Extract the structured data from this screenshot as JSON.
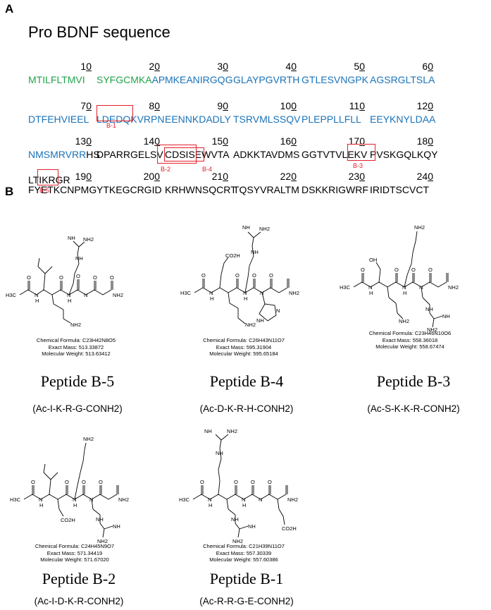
{
  "panel_a": {
    "letter": "A",
    "title": "Pro BDNF sequence",
    "blocks": [
      {
        "num": "10",
        "segs": [
          {
            "t": "MTILFLTMVI",
            "c": "green"
          }
        ]
      },
      {
        "num": "20",
        "segs": [
          {
            "t": "SYFGCMKA",
            "c": "green"
          },
          {
            "t": "AP",
            "c": "blue"
          }
        ]
      },
      {
        "num": "30",
        "segs": [
          {
            "t": "MKEANIRGQG",
            "c": "blue"
          }
        ]
      },
      {
        "num": "40",
        "segs": [
          {
            "t": "GLAYPGVRTH",
            "c": "blue"
          }
        ]
      },
      {
        "num": "50",
        "segs": [
          {
            "t": "GTLESVNGPK",
            "c": "blue"
          }
        ]
      },
      {
        "num": "60",
        "segs": [
          {
            "t": "AGSRGLTSLA",
            "c": "blue"
          }
        ]
      },
      {
        "num": "70",
        "segs": [
          {
            "t": "DTFEHVIEEL",
            "c": "blue"
          }
        ]
      },
      {
        "num": "80",
        "segs": [
          {
            "t": "LDEDQKVRPN",
            "c": "blue"
          }
        ]
      },
      {
        "num": "90",
        "segs": [
          {
            "t": "EENNKDADLY",
            "c": "blue"
          }
        ]
      },
      {
        "num": "100",
        "segs": [
          {
            "t": "TSRVMLSSQV",
            "c": "blue"
          }
        ]
      },
      {
        "num": "110",
        "segs": [
          {
            "t": "PLEPPLLFLL",
            "c": "blue"
          }
        ]
      },
      {
        "num": "120",
        "segs": [
          {
            "t": "EEYKNYLDAA",
            "c": "blue"
          }
        ]
      },
      {
        "num": "130",
        "segs": [
          {
            "t": "NMSMRVRR",
            "c": "blue"
          },
          {
            "t": "HS",
            "c": "black"
          }
        ]
      },
      {
        "num": "140",
        "segs": [
          {
            "t": "DPARRGELSV",
            "c": "black"
          }
        ]
      },
      {
        "num": "150",
        "segs": [
          {
            "t": "CDSISEWVTA",
            "c": "black"
          }
        ]
      },
      {
        "num": "160",
        "segs": [
          {
            "t": "ADKKTAVDMS",
            "c": "black"
          }
        ]
      },
      {
        "num": "170",
        "segs": [
          {
            "t": "GGTVTVLEKV",
            "c": "black"
          }
        ]
      },
      {
        "num": "180",
        "segs": [
          {
            "t": "PVSKGQLKQY",
            "c": "black"
          }
        ]
      },
      {
        "num": "190",
        "segs": [
          {
            "t": "FYETKCNPMG",
            "c": "black"
          }
        ]
      },
      {
        "num": "200",
        "segs": [
          {
            "t": "YTKEGCRGID",
            "c": "black"
          }
        ]
      },
      {
        "num": "210",
        "segs": [
          {
            "t": "KRHWNSQCRT",
            "c": "black"
          }
        ]
      },
      {
        "num": "220",
        "segs": [
          {
            "t": "TQSYVRALTM",
            "c": "black"
          }
        ]
      },
      {
        "num": "230",
        "segs": [
          {
            "t": "DSKKRIGWRF",
            "c": "black"
          }
        ]
      },
      {
        "num": "240",
        "segs": [
          {
            "t": "IRIDTSCVCT",
            "c": "black"
          }
        ]
      },
      {
        "num": "",
        "segs": [
          {
            "t": "LTIKRGR",
            "c": "black"
          }
        ]
      }
    ],
    "box_labels": {
      "b1": "B-1",
      "b2": "B-2",
      "b3": "B-3",
      "b4": "B-4",
      "b5": "B-5"
    }
  },
  "panel_b": {
    "letter": "B",
    "atoms": {
      "h3c": "H3C",
      "o": "O",
      "n": "N",
      "h": "H",
      "nh": "NH",
      "nh2": "NH2",
      "co2h": "CO2H",
      "oh": "OH"
    },
    "peptides": [
      {
        "id": "b5",
        "name": "Peptide B-5",
        "seq": "(Ac-I-K-R-G-CONH2)",
        "formula": "Chemical Formula: C23H42N8O5",
        "mass": "Exact Mass: 513.33872",
        "mw": "Molecular Weight: 513.63412"
      },
      {
        "id": "b4",
        "name": "Peptide B-4",
        "seq": "(Ac-D-K-R-H-CONH2)",
        "formula": "Chemical Formula: C26H43N11O7",
        "mass": "Exact Mass: 595.31904",
        "mw": "Molecular Weight: 595.65184"
      },
      {
        "id": "b3",
        "name": "Peptide B-3",
        "seq": "(Ac-S-K-K-R-CONH2)",
        "formula": "Chemical Formula: C23H46N10O6",
        "mass": "Exact Mass: 558.36018",
        "mw": "Molecular Weight: 558.67474"
      },
      {
        "id": "b2",
        "name": "Peptide B-2",
        "seq": "(Ac-I-D-K-R-CONH2)",
        "formula": "Chemical Formula: C24H45N9O7",
        "mass": "Exact Mass: 571.34419",
        "mw": "Molecular Weight: 571.67020"
      },
      {
        "id": "b1",
        "name": "Peptide B-1",
        "seq": "(Ac-R-R-G-E-CONH2)",
        "formula": "Chemical Formula: C21H39N11O7",
        "mass": "Exact Mass: 557.30339",
        "mw": "Molecular Weight: 557.60386"
      }
    ]
  }
}
